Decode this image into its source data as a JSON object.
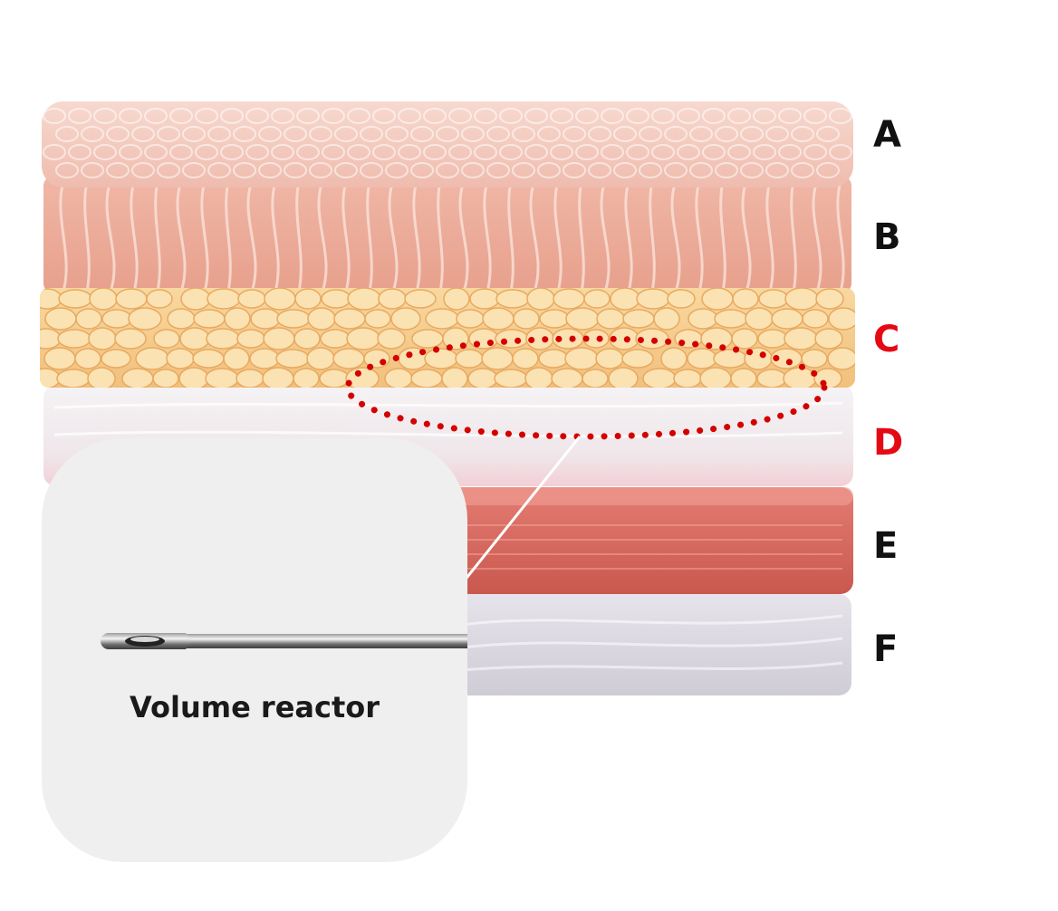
{
  "labels": {
    "a": "A",
    "b": "B",
    "c": "C",
    "d": "D",
    "e": "E",
    "f": "F"
  },
  "colors": {
    "label_default": "#111111",
    "label_highlight": "#e50914",
    "highlight_ring": "#d40000",
    "epidermis": "#f2c4b8",
    "dermis": "#e9a898",
    "fat": "#f6cf8e",
    "fascia": "#f1eef0",
    "muscle": "#d9675e",
    "deep_tissue": "#dcdae2",
    "inset_bg": "#efefef"
  },
  "highlighted_layers": [
    "C",
    "D"
  ],
  "inset": {
    "caption": "Volume reactor",
    "icon": "cannula-icon"
  }
}
